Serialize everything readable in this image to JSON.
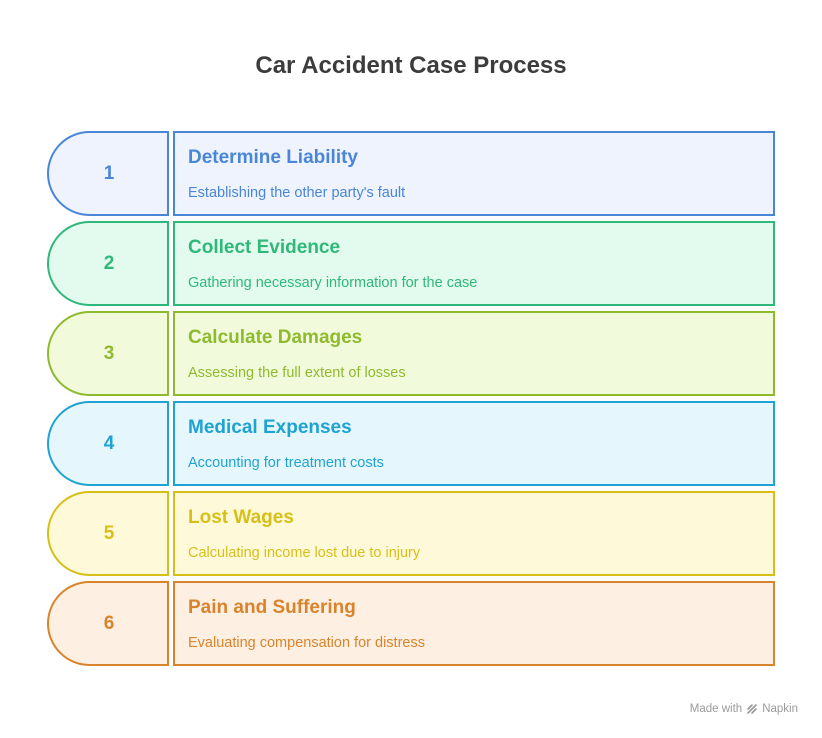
{
  "title": "Car Accident Case Process",
  "steps": [
    {
      "number": "1",
      "title": "Determine Liability",
      "description": "Establishing the other party's fault",
      "color": "#4a86d8",
      "fill": "#eef3fd"
    },
    {
      "number": "2",
      "title": "Collect Evidence",
      "description": "Gathering necessary information for the case",
      "color": "#2fb879",
      "fill": "#e3fbef"
    },
    {
      "number": "3",
      "title": "Calculate Damages",
      "description": "Assessing the full extent of losses",
      "color": "#8fba2e",
      "fill": "#f1fbdc"
    },
    {
      "number": "4",
      "title": "Medical Expenses",
      "description": "Accounting for treatment costs",
      "color": "#1fa3d2",
      "fill": "#e5f7fd"
    },
    {
      "number": "5",
      "title": "Lost Wages",
      "description": "Calculating income lost due to injury",
      "color": "#d8bf18",
      "fill": "#fefad9"
    },
    {
      "number": "6",
      "title": "Pain and Suffering",
      "description": "Evaluating compensation for distress",
      "color": "#d9832c",
      "fill": "#fdf0e3"
    }
  ],
  "footer": {
    "made_with": "Made with",
    "brand": "Napkin",
    "icon": "napkin-logo-icon"
  }
}
